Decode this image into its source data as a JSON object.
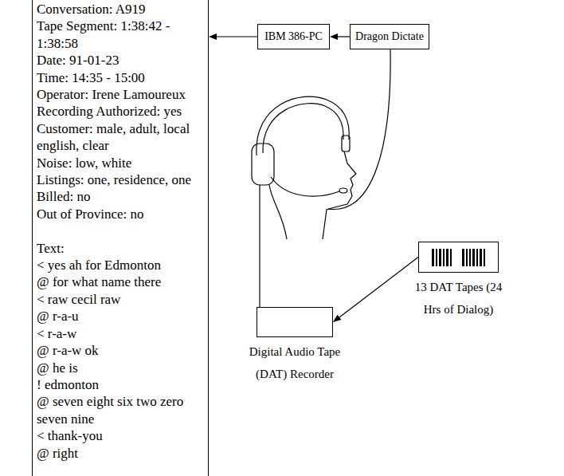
{
  "diagram": {
    "nodes": [
      {
        "text": [
          "Conversation: A919",
          "Tape Segment: 1:38:42 - 1:38:58",
          "Date: 91-01-23",
          "Time: 14:35 - 15:00",
          "Operator: Irene Lamoureux",
          "Recording Authorized: yes",
          "Customer: male, adult, local english, clear",
          "Noise: low, white",
          "Listings: one, residence, one",
          "Billed: no",
          "Out of Province: no",
          "Text:",
          "< yes ah for Edmonton",
          "@ for what name there",
          "< raw cecil raw",
          "@ r-a-u",
          "< r-a-w",
          "@ r-a-w ok",
          "@ he is",
          "! edmonton",
          "@ seven eight six two zero seven nine",
          "< thank-you",
          "@ right"
        ]
      },
      {
        "text": [
          "IBM 386-PC"
        ]
      },
      {
        "text": [
          "Dragon Dictate"
        ]
      },
      {
        "text": [
          "Digital Audio Tape (DAT) Recorder"
        ]
      },
      {
        "text": [
          "13 DAT Tapes (24 Hrs of Dialog)"
        ]
      }
    ],
    "edges": [
      {
        "from": 2,
        "to": 1,
        "arrow": "to"
      },
      {
        "from": 1,
        "to": 0,
        "arrow": "to"
      },
      {
        "from": 4,
        "to": 3,
        "arrow": "to"
      }
    ]
  }
}
